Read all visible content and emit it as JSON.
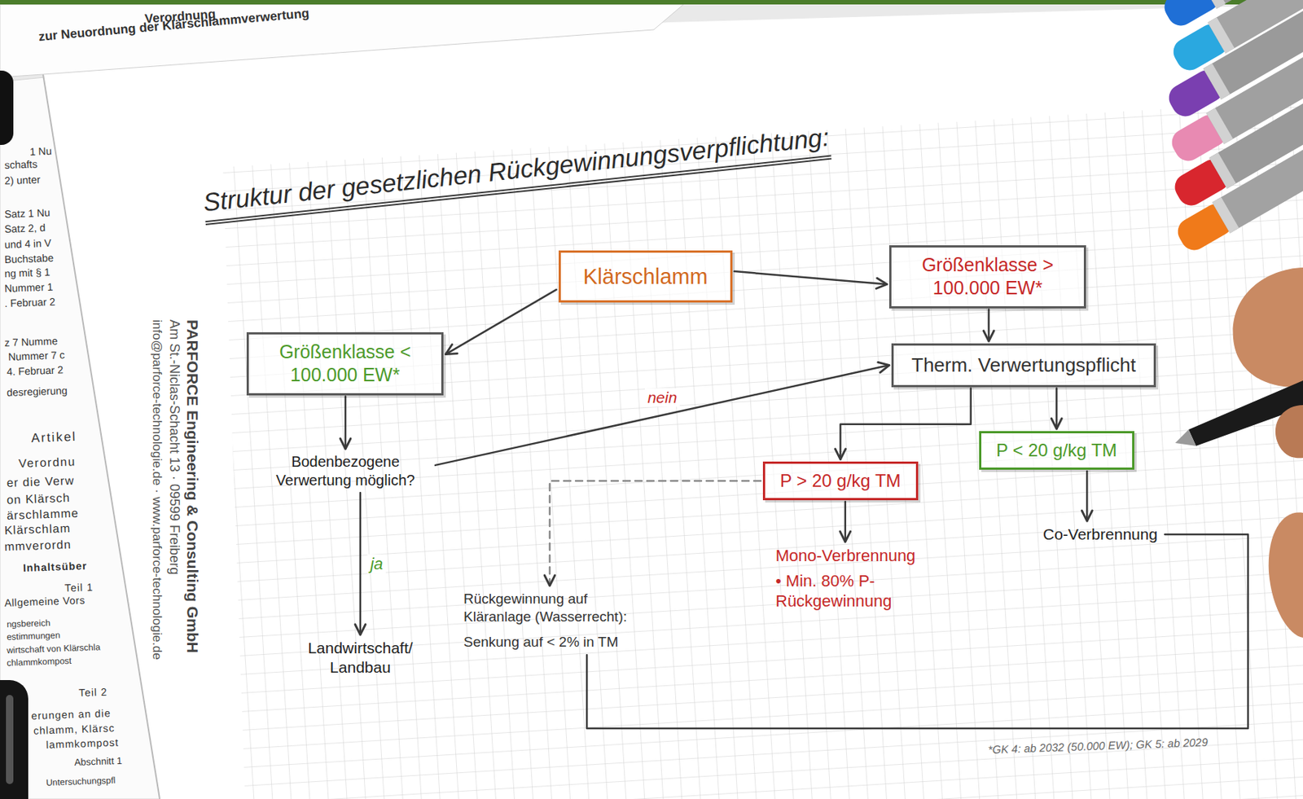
{
  "diagram": {
    "title": "Struktur der gesetzlichen Rückgewinnungsverpflichtung:",
    "nodes": [
      {
        "text": [
          "Klärschlamm"
        ]
      },
      {
        "text": [
          "Größenklasse > 100.000 EW*"
        ]
      },
      {
        "text": [
          "Größenklasse < 100.000 EW*"
        ]
      },
      {
        "text": [
          "Therm. Verwertungspflicht"
        ]
      },
      {
        "text": [
          "Bodenbezogene Verwertung möglich?"
        ]
      },
      {
        "text": [
          "P > 20 g/kg TM"
        ]
      },
      {
        "text": [
          "P < 20 g/kg TM"
        ]
      },
      {
        "text": [
          "Co-Verbrennung"
        ]
      },
      {
        "text": [
          "Mono-Verbrennung",
          "• Min. 80% P-Rückgewinnung"
        ]
      },
      {
        "text": [
          "Rückgewinnung auf Kläranlage (Wasserrecht):",
          "Senkung auf < 2% in TM"
        ]
      },
      {
        "text": [
          "Landwirtschaft/ Landbau"
        ]
      }
    ],
    "edges": [
      {
        "from": 0,
        "to": 1,
        "arrow": "to"
      },
      {
        "from": 0,
        "to": 2,
        "arrow": "to"
      },
      {
        "from": 1,
        "to": 3,
        "arrow": "to"
      },
      {
        "from": 2,
        "to": 4,
        "arrow": "to"
      },
      {
        "from": 4,
        "to": 3,
        "label": "nein",
        "arrow": "to"
      },
      {
        "from": 4,
        "to": 10,
        "label": "ja",
        "arrow": "to"
      },
      {
        "from": 3,
        "to": 5,
        "arrow": "to"
      },
      {
        "from": 3,
        "to": 6,
        "arrow": "to"
      },
      {
        "from": 5,
        "to": 8,
        "arrow": "to"
      },
      {
        "from": 6,
        "to": 7,
        "arrow": "to"
      },
      {
        "from": 5,
        "to": 9,
        "arrow": "to"
      },
      {
        "from": 9,
        "to": 7,
        "arrow": "none"
      }
    ],
    "labels": [
      "Verordnung",
      "zur Neuordnung der Klärschlammverwertung",
      "PARFORCE Engineering & Consulting GmbH",
      "Am St.-Niclas-Schacht 13 · 09599 Freiberg",
      "info@parforce-technologie.de · www.parforce-technologie.de",
      "*GK 4: ab 2032 (50.000 EW); GK 5: ab 2029",
      "1 Nu",
      "schafts",
      "2) unter",
      "Satz 1 Nu",
      "Satz 2, d",
      "und 4 in V",
      "Buchstabe",
      "ng mit § 1",
      "Nummer 1",
      ". Februar 2",
      "z 7 Numme",
      "Nummer 7 c",
      "4. Februar 2",
      "desregierung",
      "Artikel",
      "Verordnu",
      "er die Verw",
      "on Klärsch",
      "ärschlamme",
      "Klärschlam",
      "mmverordn",
      "Inhaltsüber",
      "Teil 1",
      "Allgemeine Vors",
      "ngsbereich",
      "estimmungen",
      "wirtschaft von Klärschla",
      "chlammkompost",
      "Teil 2",
      "erungen an die",
      "chlamm, Klärsc",
      "lammkompost",
      "Abschnitt 1",
      "Untersuchungspfl"
    ]
  }
}
